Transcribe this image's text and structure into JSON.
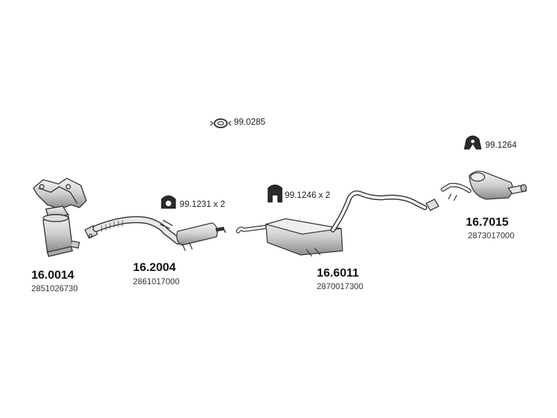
{
  "colors": {
    "stroke": "#333333",
    "fill_light": "#f2f2f2",
    "fill_mid": "#c8c8c8",
    "fill_dark": "#8c8c8c",
    "text": "#111111"
  },
  "hardware": [
    {
      "code": "99.0285",
      "icon": "gasket-ring-icon"
    },
    {
      "code": "99.1264",
      "icon": "rubber-hanger-icon"
    },
    {
      "code": "99.1231 x 2",
      "icon": "rubber-hanger-icon"
    },
    {
      "code": "99.1246 x 2",
      "icon": "rubber-hanger-icon"
    }
  ],
  "parts": [
    {
      "code": "16.0014",
      "oem": "2851026730",
      "icon": "catalytic-manifold-icon"
    },
    {
      "code": "16.2004",
      "oem": "2861017000",
      "icon": "front-pipe-icon"
    },
    {
      "code": "16.6011",
      "oem": "2870017300",
      "icon": "center-silencer-icon"
    },
    {
      "code": "16.7015",
      "oem": "2873017000",
      "icon": "rear-silencer-icon"
    }
  ]
}
